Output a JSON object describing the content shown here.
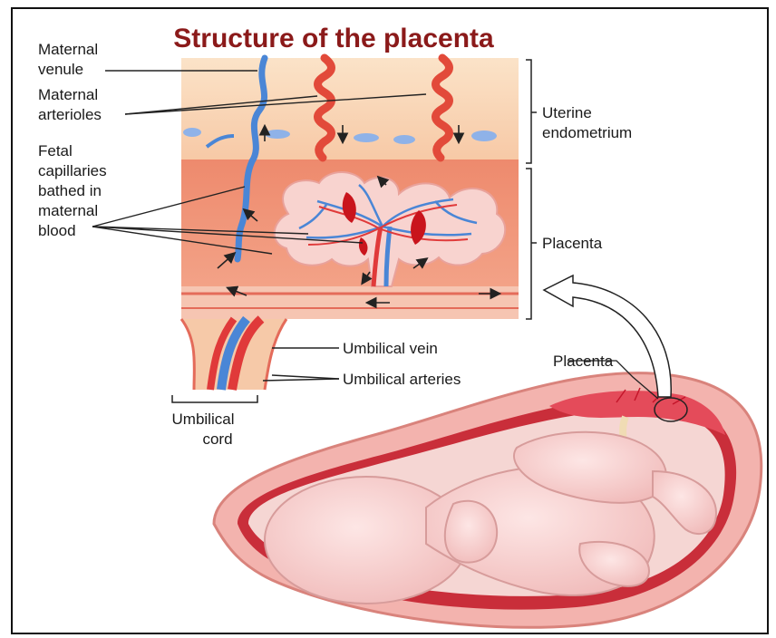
{
  "title": "Structure of the placenta",
  "labels": {
    "maternal_venule": [
      "Maternal",
      "venule"
    ],
    "maternal_arterioles": [
      "Maternal",
      "arterioles"
    ],
    "fetal_capillaries": [
      "Fetal",
      "capillaries",
      "bathed in",
      "maternal",
      "blood"
    ],
    "uterine_endometrium": [
      "Uterine",
      "endometrium"
    ],
    "placenta_right": "Placenta",
    "umbilical_vein": "Umbilical vein",
    "umbilical_arteries": "Umbilical arteries",
    "umbilical_cord": [
      "Umbilical",
      "cord"
    ],
    "placenta_uterus": "Placenta"
  },
  "colors": {
    "title": "#8b1a1a",
    "tissue_light": "#f6c9a8",
    "tissue_dark": "#e9785f",
    "artery": "#e03a3a",
    "vein": "#4a86d6",
    "uterus_wall": "#f2a3a3",
    "fetus_skin": "#f7d0cf"
  },
  "icons": {
    "arrows": "flow-arrow-icon",
    "callout": "placenta-callout-arrow-icon"
  }
}
